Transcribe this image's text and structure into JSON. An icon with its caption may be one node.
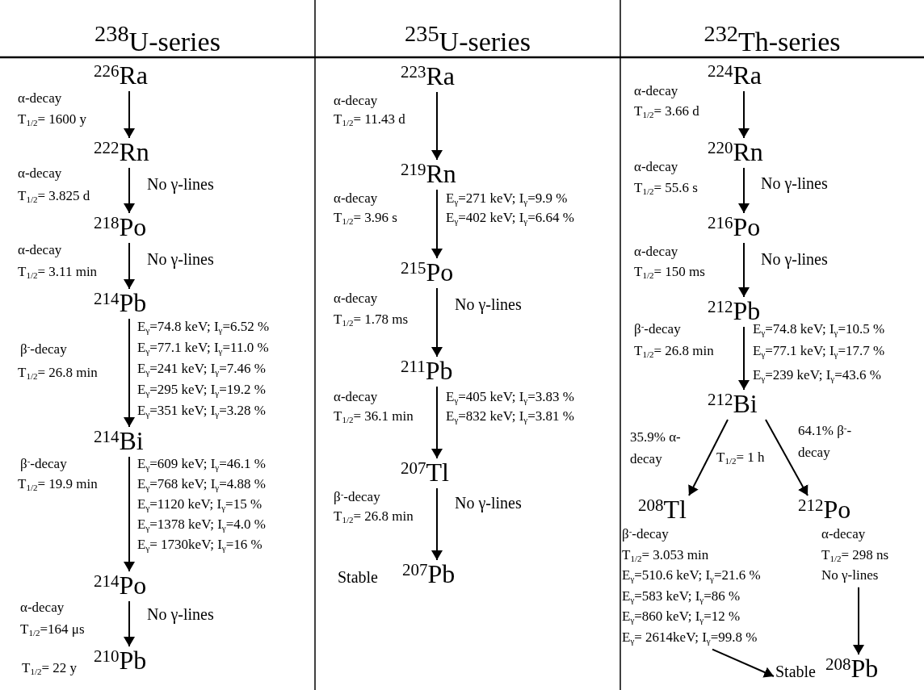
{
  "diagram": {
    "nodes": [
      {
        "text": [
          "$^{238}$U-series"
        ]
      },
      {
        "text": [
          "$^{226}$Ra"
        ],
        "in": 0
      },
      {
        "text": [
          "$^{222}$Rn"
        ],
        "in": 0
      },
      {
        "text": [
          "$^{218}$Po"
        ],
        "in": 0
      },
      {
        "text": [
          "$^{214}$Pb"
        ],
        "in": 0
      },
      {
        "text": [
          "$^{214}$Bi"
        ],
        "in": 0
      },
      {
        "text": [
          "$^{214}$Po"
        ],
        "in": 0
      },
      {
        "text": [
          "$^{210}$Pb"
        ],
        "in": 0,
        "beside": [
          "T$_{1/2}$= 22 y"
        ]
      },
      {
        "text": [
          "$^{235}$U-series"
        ]
      },
      {
        "text": [
          "$^{223}$Ra"
        ],
        "in": 8
      },
      {
        "text": [
          "$^{219}$Rn"
        ],
        "in": 8
      },
      {
        "text": [
          "$^{215}$Po"
        ],
        "in": 8
      },
      {
        "text": [
          "$^{211}$Pb"
        ],
        "in": 8
      },
      {
        "text": [
          "$^{207}$Tl"
        ],
        "in": 8
      },
      {
        "text": [
          "$^{207}$Pb"
        ],
        "in": 8,
        "beside": [
          "Stable"
        ]
      },
      {
        "text": [
          "$^{232}$Th-series"
        ]
      },
      {
        "text": [
          "$^{224}$Ra"
        ],
        "in": 15
      },
      {
        "text": [
          "$^{220}$Rn"
        ],
        "in": 15
      },
      {
        "text": [
          "$^{216}$Po"
        ],
        "in": 15
      },
      {
        "text": [
          "$^{212}$Pb"
        ],
        "in": 15
      },
      {
        "text": [
          "$^{212}$Bi"
        ],
        "in": 15
      },
      {
        "text": [
          "$^{208}$Tl"
        ],
        "in": 15,
        "beside": [
          "β$^{-}$-decay",
          "T$_{1/2}$= 3.053 min",
          "E$_{γ}$=510.6 keV; I$_{γ}$=21.6 %",
          "E$_{γ}$=583 keV; I$_{γ}$=86 %",
          "E$_{γ}$=860 keV; I$_{γ}$=12 %",
          "E$_{γ}$= 2614keV; I$_{γ}$=99.8 %"
        ]
      },
      {
        "text": [
          "$^{212}$Po"
        ],
        "in": 15,
        "beside": [
          "α-decay",
          "T$_{1/2}$= 298 ns",
          "No γ-lines"
        ]
      },
      {
        "text": [
          "$^{208}$Pb"
        ],
        "in": 15,
        "beside": [
          "Stable"
        ]
      }
    ],
    "edges": [
      {
        "from": 1,
        "to": 2,
        "arrow": "to",
        "label": "α-decay"
      },
      {
        "from": 2,
        "to": 3,
        "arrow": "to",
        "label": "α-decay"
      },
      {
        "from": 3,
        "to": 4,
        "arrow": "to",
        "label": "α-decay"
      },
      {
        "from": 4,
        "to": 5,
        "arrow": "to",
        "label": "β$^{-}$-decay"
      },
      {
        "from": 5,
        "to": 6,
        "arrow": "to",
        "label": "β$^{-}$-decay"
      },
      {
        "from": 6,
        "to": 7,
        "arrow": "to",
        "label": "α-decay"
      },
      {
        "from": 9,
        "to": 10,
        "arrow": "to",
        "label": "α-decay"
      },
      {
        "from": 10,
        "to": 11,
        "arrow": "to",
        "label": "α-decay"
      },
      {
        "from": 11,
        "to": 12,
        "arrow": "to",
        "label": "α-decay"
      },
      {
        "from": 12,
        "to": 13,
        "arrow": "to",
        "label": "α-decay"
      },
      {
        "from": 13,
        "to": 14,
        "arrow": "to",
        "label": "β$^{-}$-decay"
      },
      {
        "from": 16,
        "to": 17,
        "arrow": "to",
        "label": "α-decay"
      },
      {
        "from": 17,
        "to": 18,
        "arrow": "to",
        "label": "α-decay"
      },
      {
        "from": 18,
        "to": 19,
        "arrow": "to",
        "label": "α-decay"
      },
      {
        "from": 19,
        "to": 20,
        "arrow": "to",
        "label": "β$^{-}$-decay"
      },
      {
        "from": 20,
        "to": 21,
        "arrow": "to",
        "label": "35.9% α-decay"
      },
      {
        "from": 20,
        "to": 22,
        "arrow": "to",
        "label": "64.1% β$^{-}$-decay"
      },
      {
        "from": 22,
        "to": 23,
        "arrow": "to"
      },
      {
        "from": 21,
        "to": 23,
        "arrow": "to"
      }
    ],
    "labels": [
      "T$_{1/2}$= 1600 y",
      "T$_{1/2}$= 3.825 d",
      "No γ-lines",
      "T$_{1/2}$= 3.11 min",
      "No γ-lines",
      "E$_{γ}$=74.8 keV; I$_{γ}$=6.52 %",
      "E$_{γ}$=77.1 keV; I$_{γ}$=11.0 %",
      "T$_{1/2}$= 26.8 min",
      "E$_{γ}$=241 keV; I$_{γ}$=7.46 %",
      "E$_{γ}$=295 keV; I$_{γ}$=19.2 %",
      "E$_{γ}$=351 keV; I$_{γ}$=3.28 %",
      "E$_{γ}$=609 keV; I$_{γ}$=46.1 %",
      "T$_{1/2}$= 19.9 min",
      "E$_{γ}$=768 keV; I$_{γ}$=4.88 %",
      "E$_{γ}$=1120 keV; I$_{γ}$=15 %",
      "E$_{γ}$=1378 keV; I$_{γ}$=4.0 %",
      "E$_{γ}$= 1730keV; I$_{γ}$=16 %",
      "No γ-lines",
      "T$_{1/2}$=164 μs",
      "T$_{1/2}$= 11.43 d",
      "E$_{γ}$=271 keV; I$_{γ}$=9.9 %",
      "T$_{1/2}$= 3.96 s",
      "E$_{γ}$=402 keV; I$_{γ}$=6.64 %",
      "No γ-lines",
      "T$_{1/2}$= 1.78 ms",
      "E$_{γ}$=405 keV; I$_{γ}$=3.83 %",
      "T$_{1/2}$= 36.1 min",
      "E$_{γ}$=832 keV; I$_{γ}$=3.81 %",
      "No γ-lines",
      "T$_{1/2}$= 26.8 min",
      "T$_{1/2}$= 3.66 d",
      "No γ-lines",
      "T$_{1/2}$= 55.6 s",
      "No γ-lines",
      "T$_{1/2}$= 150 ms",
      "E$_{γ}$=74.8 keV; I$_{γ}$=10.5 %",
      "E$_{γ}$=77.1 keV; I$_{γ}$=17.7 %",
      "T$_{1/2}$= 26.8 min",
      "E$_{γ}$=239 keV; I$_{γ}$=43.6 %",
      "T$_{1/2}$= 1 h"
    ]
  }
}
